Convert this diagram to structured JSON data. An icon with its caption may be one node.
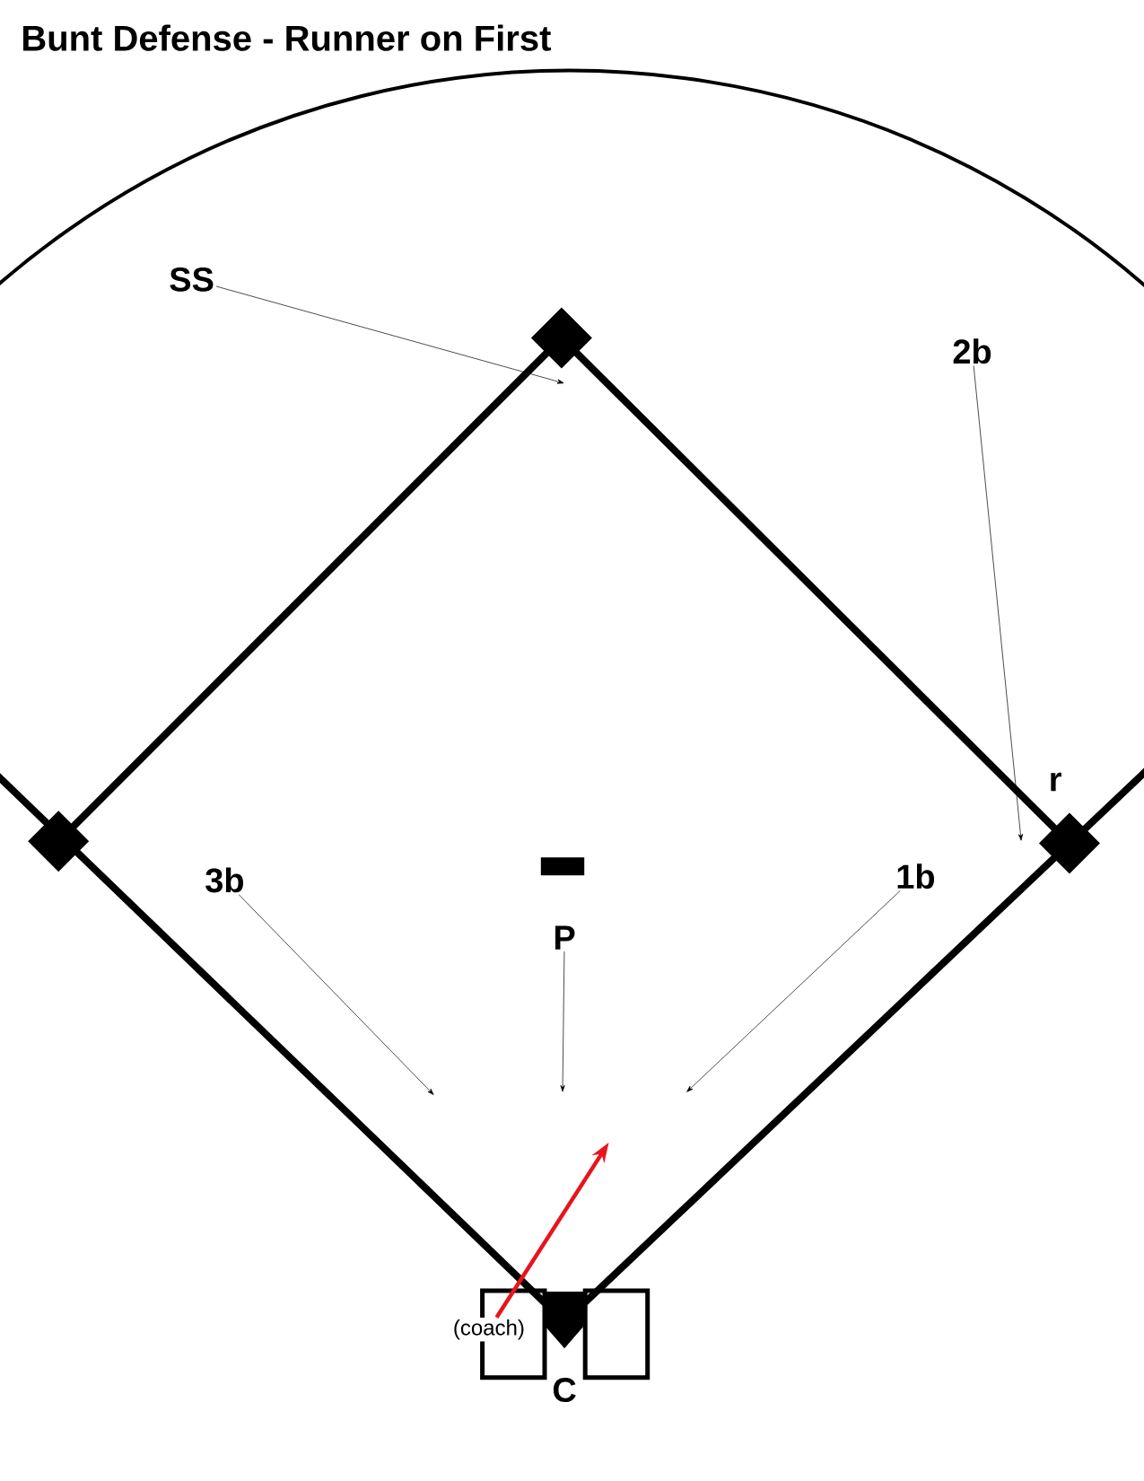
{
  "diagram": {
    "title": "Bunt Defense - Runner on First",
    "nodes": [
      {
        "text": [
          "SS"
        ]
      },
      {
        "text": [
          "2b"
        ]
      },
      {
        "text": [
          "r"
        ]
      },
      {
        "text": [
          "3b"
        ]
      },
      {
        "text": [
          "P"
        ]
      },
      {
        "text": [
          "1b"
        ]
      },
      {
        "text": [
          "C"
        ]
      },
      {
        "text": [
          "(coach)"
        ]
      }
    ],
    "edges": [
      {
        "from": 0,
        "to": null,
        "arrow": "to"
      },
      {
        "from": 1,
        "to": null,
        "arrow": "to"
      },
      {
        "from": 3,
        "to": null,
        "arrow": "to"
      },
      {
        "from": 4,
        "to": null,
        "arrow": "to"
      },
      {
        "from": 5,
        "to": null,
        "arrow": "to"
      },
      {
        "from": 7,
        "to": null,
        "arrow": "to",
        "style": "thick",
        "color": "#e8141c"
      }
    ]
  }
}
